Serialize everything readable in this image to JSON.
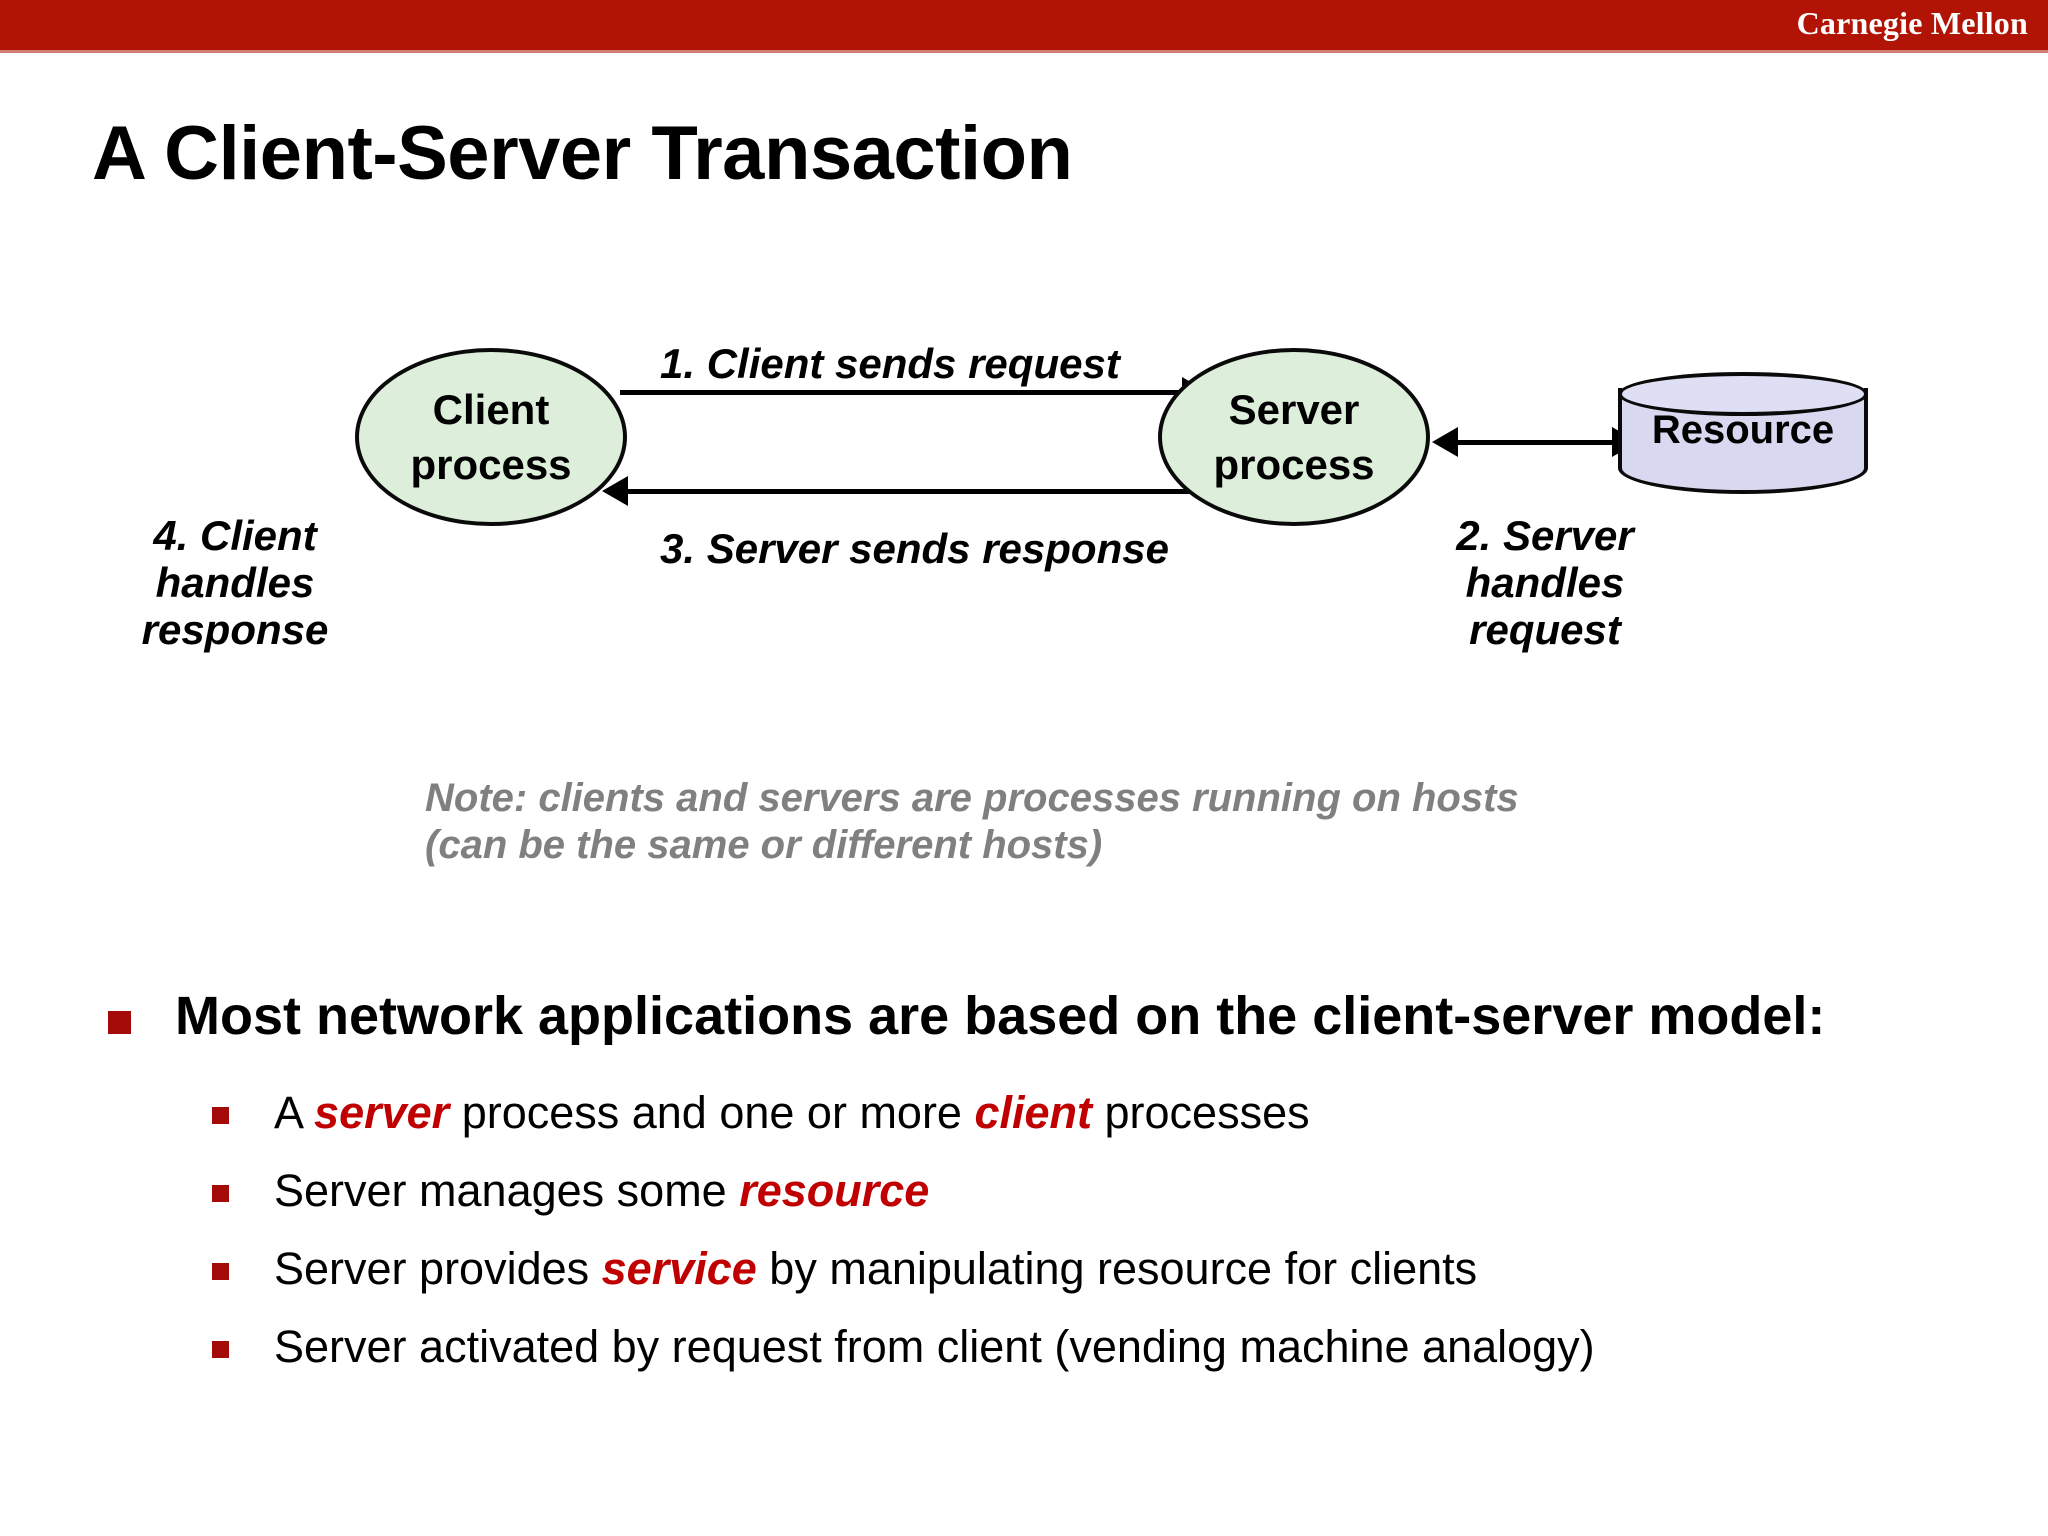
{
  "header": {
    "brand": "Carnegie Mellon",
    "bar_color": "#B11405"
  },
  "title": "A Client-Server Transaction",
  "diagram": {
    "client_node": {
      "line1": "Client",
      "line2": "process",
      "fill": "#DDEEDA"
    },
    "server_node": {
      "line1": "Server",
      "line2": "process",
      "fill": "#DDEEDA"
    },
    "resource_node": {
      "label": "Resource",
      "fill": "#D8D8F0"
    },
    "steps": {
      "step1": "1. Client sends request",
      "step3": "3. Server sends response",
      "step4_line1": "4. Client",
      "step4_line2": "handles",
      "step4_line3": "response",
      "step2_line1": "2. Server",
      "step2_line2": "handles",
      "step2_line3": "request"
    },
    "note_line1": "Note: clients and servers are processes running on hosts",
    "note_line2": "(can be the same or different hosts)",
    "note_color": "#808080"
  },
  "bullets": {
    "marker_color": "#A50B08",
    "keyword_color": "#C00000",
    "main": "Most network applications are based on the client-server model:",
    "sub": [
      {
        "parts": [
          {
            "text": "A ",
            "kw": false
          },
          {
            "text": "server",
            "kw": true
          },
          {
            "text": " process and one or more ",
            "kw": false
          },
          {
            "text": "client",
            "kw": true
          },
          {
            "text": " processes",
            "kw": false
          }
        ]
      },
      {
        "parts": [
          {
            "text": "Server manages some ",
            "kw": false
          },
          {
            "text": "resource",
            "kw": true
          }
        ]
      },
      {
        "parts": [
          {
            "text": "Server provides ",
            "kw": false
          },
          {
            "text": "service",
            "kw": true
          },
          {
            "text": " by manipulating resource for clients",
            "kw": false
          }
        ]
      },
      {
        "parts": [
          {
            "text": "Server activated by request from client (vending machine analogy)",
            "kw": false
          }
        ]
      }
    ]
  }
}
